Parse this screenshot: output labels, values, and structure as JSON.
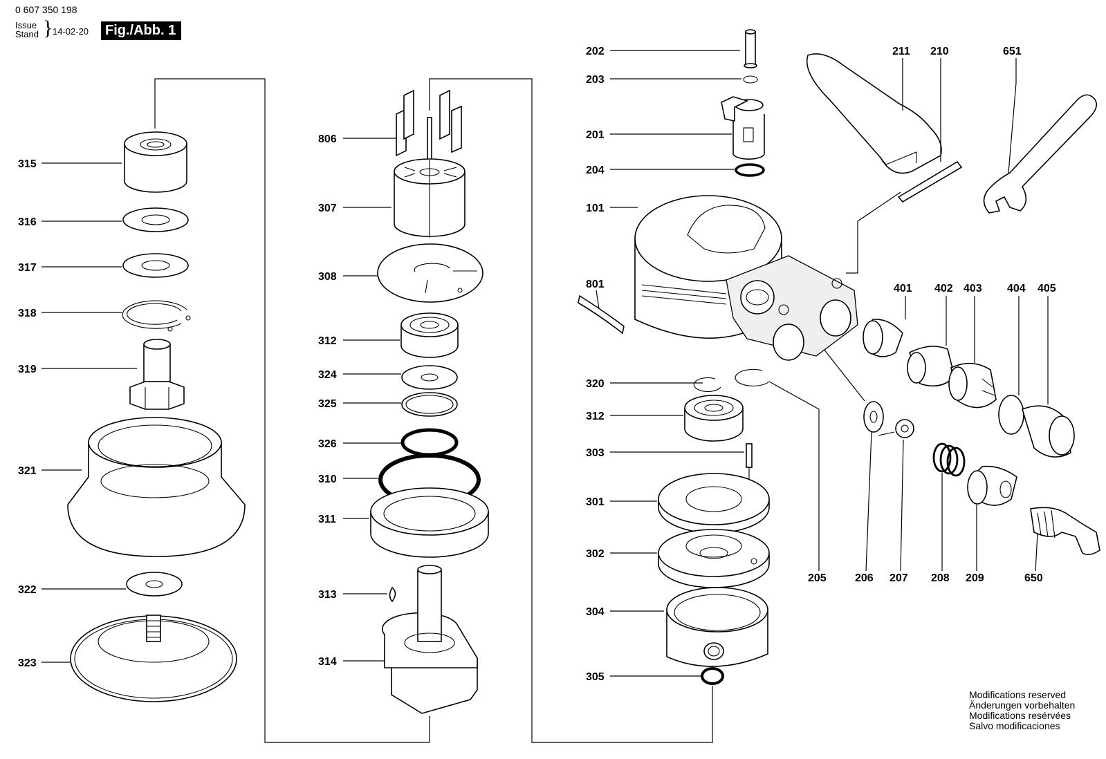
{
  "header": {
    "doc_number": "0 607 350 198",
    "issue_label": "Issue",
    "stand_label": "Stand",
    "date": "14-02-20",
    "figure": "Fig./Abb. 1"
  },
  "notes": [
    "Modifications reserved",
    "Änderungen vorbehalten",
    "Modifications resérvées",
    "Salvo modificaciones"
  ],
  "callouts": {
    "c315": "315",
    "c316": "316",
    "c317": "317",
    "c318": "318",
    "c319": "319",
    "c321": "321",
    "c322": "322",
    "c323": "323",
    "c806": "806",
    "c307": "307",
    "c308": "308",
    "c312a": "312",
    "c324": "324",
    "c325": "325",
    "c326": "326",
    "c310": "310",
    "c311": "311",
    "c313": "313",
    "c314": "314",
    "c202": "202",
    "c203": "203",
    "c201": "201",
    "c204": "204",
    "c101": "101",
    "c801": "801",
    "c320": "320",
    "c312b": "312",
    "c303": "303",
    "c301": "301",
    "c302": "302",
    "c304": "304",
    "c305": "305",
    "c211": "211",
    "c210": "210",
    "c651": "651",
    "c401": "401",
    "c402": "402",
    "c403": "403",
    "c404": "404",
    "c405": "405",
    "c205": "205",
    "c206": "206",
    "c207": "207",
    "c208": "208",
    "c209": "209",
    "c650": "650"
  }
}
